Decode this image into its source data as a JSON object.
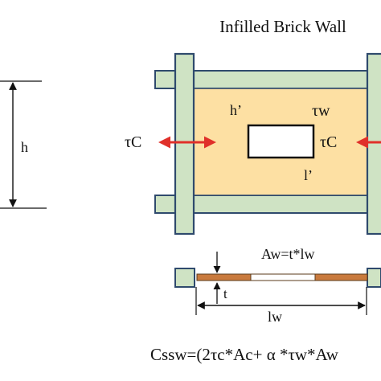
{
  "title": "Infilled Brick Wall",
  "labels": {
    "height": "h",
    "opening_height": "h’",
    "opening_length": "l’",
    "tau_w": "τw",
    "tau_c_left": "τC",
    "tau_c_right": "τC",
    "area": "Aw=t*lw",
    "thickness": "t",
    "length": "lw",
    "formula": "Cssw=(2τc*Ac+ α *τw*Aw"
  },
  "colors": {
    "frame": "#cfe3c4",
    "frame_stroke": "#2f4a6d",
    "infill": "#fde0a3",
    "brick": "#c97a3d",
    "arrow": "#e0302a"
  }
}
